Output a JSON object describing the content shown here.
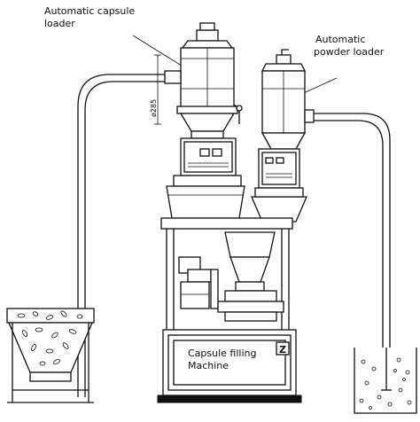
{
  "labels": {
    "capsule_loader_line1": "Automatic capsule",
    "capsule_loader_line2": "loader",
    "powder_loader_line1": "Automatic",
    "powder_loader_line2": "powder loader",
    "machine_line1": "Capsule filling",
    "machine_line2": "Machine",
    "dimension": "ø285"
  },
  "logo_text": "Z"
}
